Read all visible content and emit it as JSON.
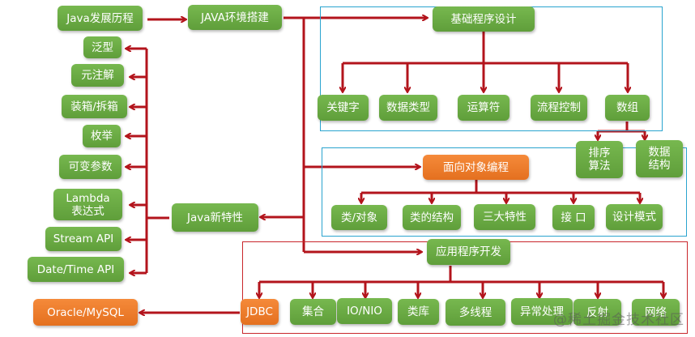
{
  "colors": {
    "node_green": "#6aab44",
    "node_orange": "#ec7a2c",
    "arrow_red": "#b3141c",
    "frame_blue": "#2aa4cf",
    "frame_red": "#c9262b"
  },
  "nodes": {
    "java_history": "Java发展历程",
    "java_env": "JAVA环境搭建",
    "basic_programming": "基础程序设计",
    "keywords": "关键字",
    "data_types": "数据类型",
    "operators": "运算符",
    "flow_control": "流程控制",
    "arrays": "数组",
    "sorting": "排序\n算法",
    "data_structures": "数据\n结构",
    "oop": "面向对象编程",
    "class_object": "类/对象",
    "class_structure": "类的结构",
    "three_features": "三大特性",
    "interface": "接 口",
    "design_patterns": "设计模式",
    "java_new_features": "Java新特性",
    "generics": "泛型",
    "annotations": "元注解",
    "boxing": "装箱/拆箱",
    "enums": "枚举",
    "varargs": "可变参数",
    "lambda": "Lambda\n表达式",
    "stream_api": "Stream API",
    "datetime_api": "Date/Time API",
    "app_dev": "应用程序开发",
    "jdbc": "JDBC",
    "collections": "集合",
    "io_nio": "IO/NIO",
    "libraries": "类库",
    "multithreading": "多线程",
    "exception_handling": "异常处理",
    "reflection": "反射",
    "networking": "网络",
    "oracle_mysql": "Oracle/MySQL"
  },
  "watermark": "@稀土掘金技术社区"
}
